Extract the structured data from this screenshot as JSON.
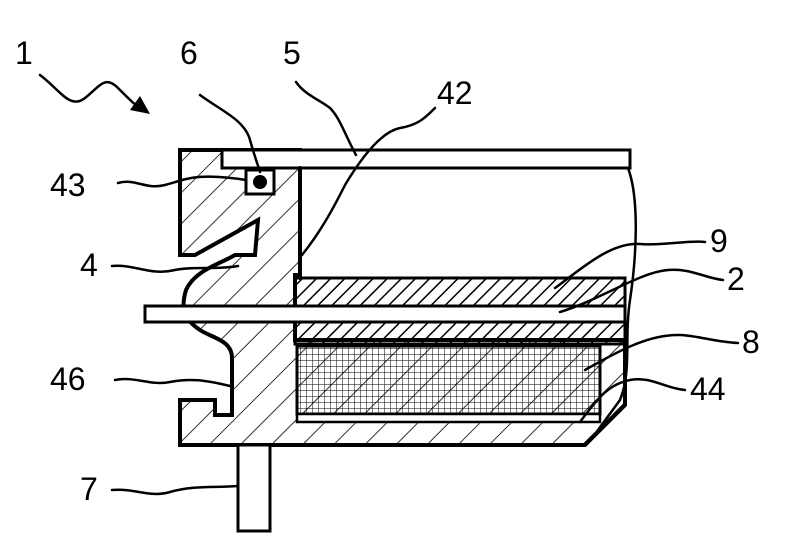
{
  "labels": {
    "l1": "1",
    "l6": "6",
    "l5": "5",
    "l42": "42",
    "l43": "43",
    "l9": "9",
    "l4": "4",
    "l2": "2",
    "l8": "8",
    "l46": "46",
    "l44": "44",
    "l7": "7"
  }
}
